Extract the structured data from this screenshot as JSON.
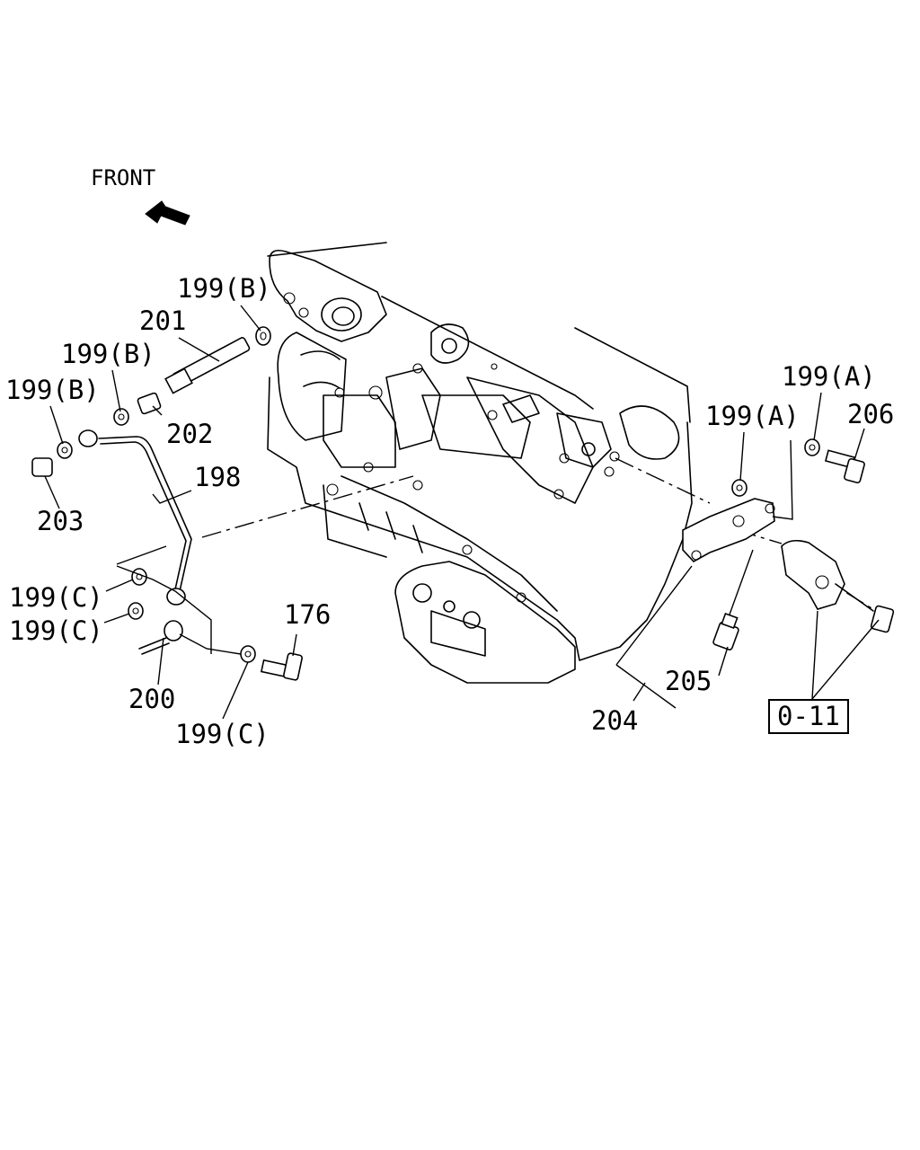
{
  "front_label": "FRONT",
  "ref_box": "0-11",
  "callouts": {
    "c201": "201",
    "c199b_top": "199(B)",
    "c199b_mid": "199(B)",
    "c199b_left": "199(B)",
    "c202": "202",
    "c203": "203",
    "c198": "198",
    "c199c_1": "199(C)",
    "c199c_2": "199(C)",
    "c200": "200",
    "c199c_3": "199(C)",
    "c176": "176",
    "c199a_1": "199(A)",
    "c199a_2": "199(A)",
    "c206": "206",
    "c205": "205",
    "c204": "204"
  }
}
